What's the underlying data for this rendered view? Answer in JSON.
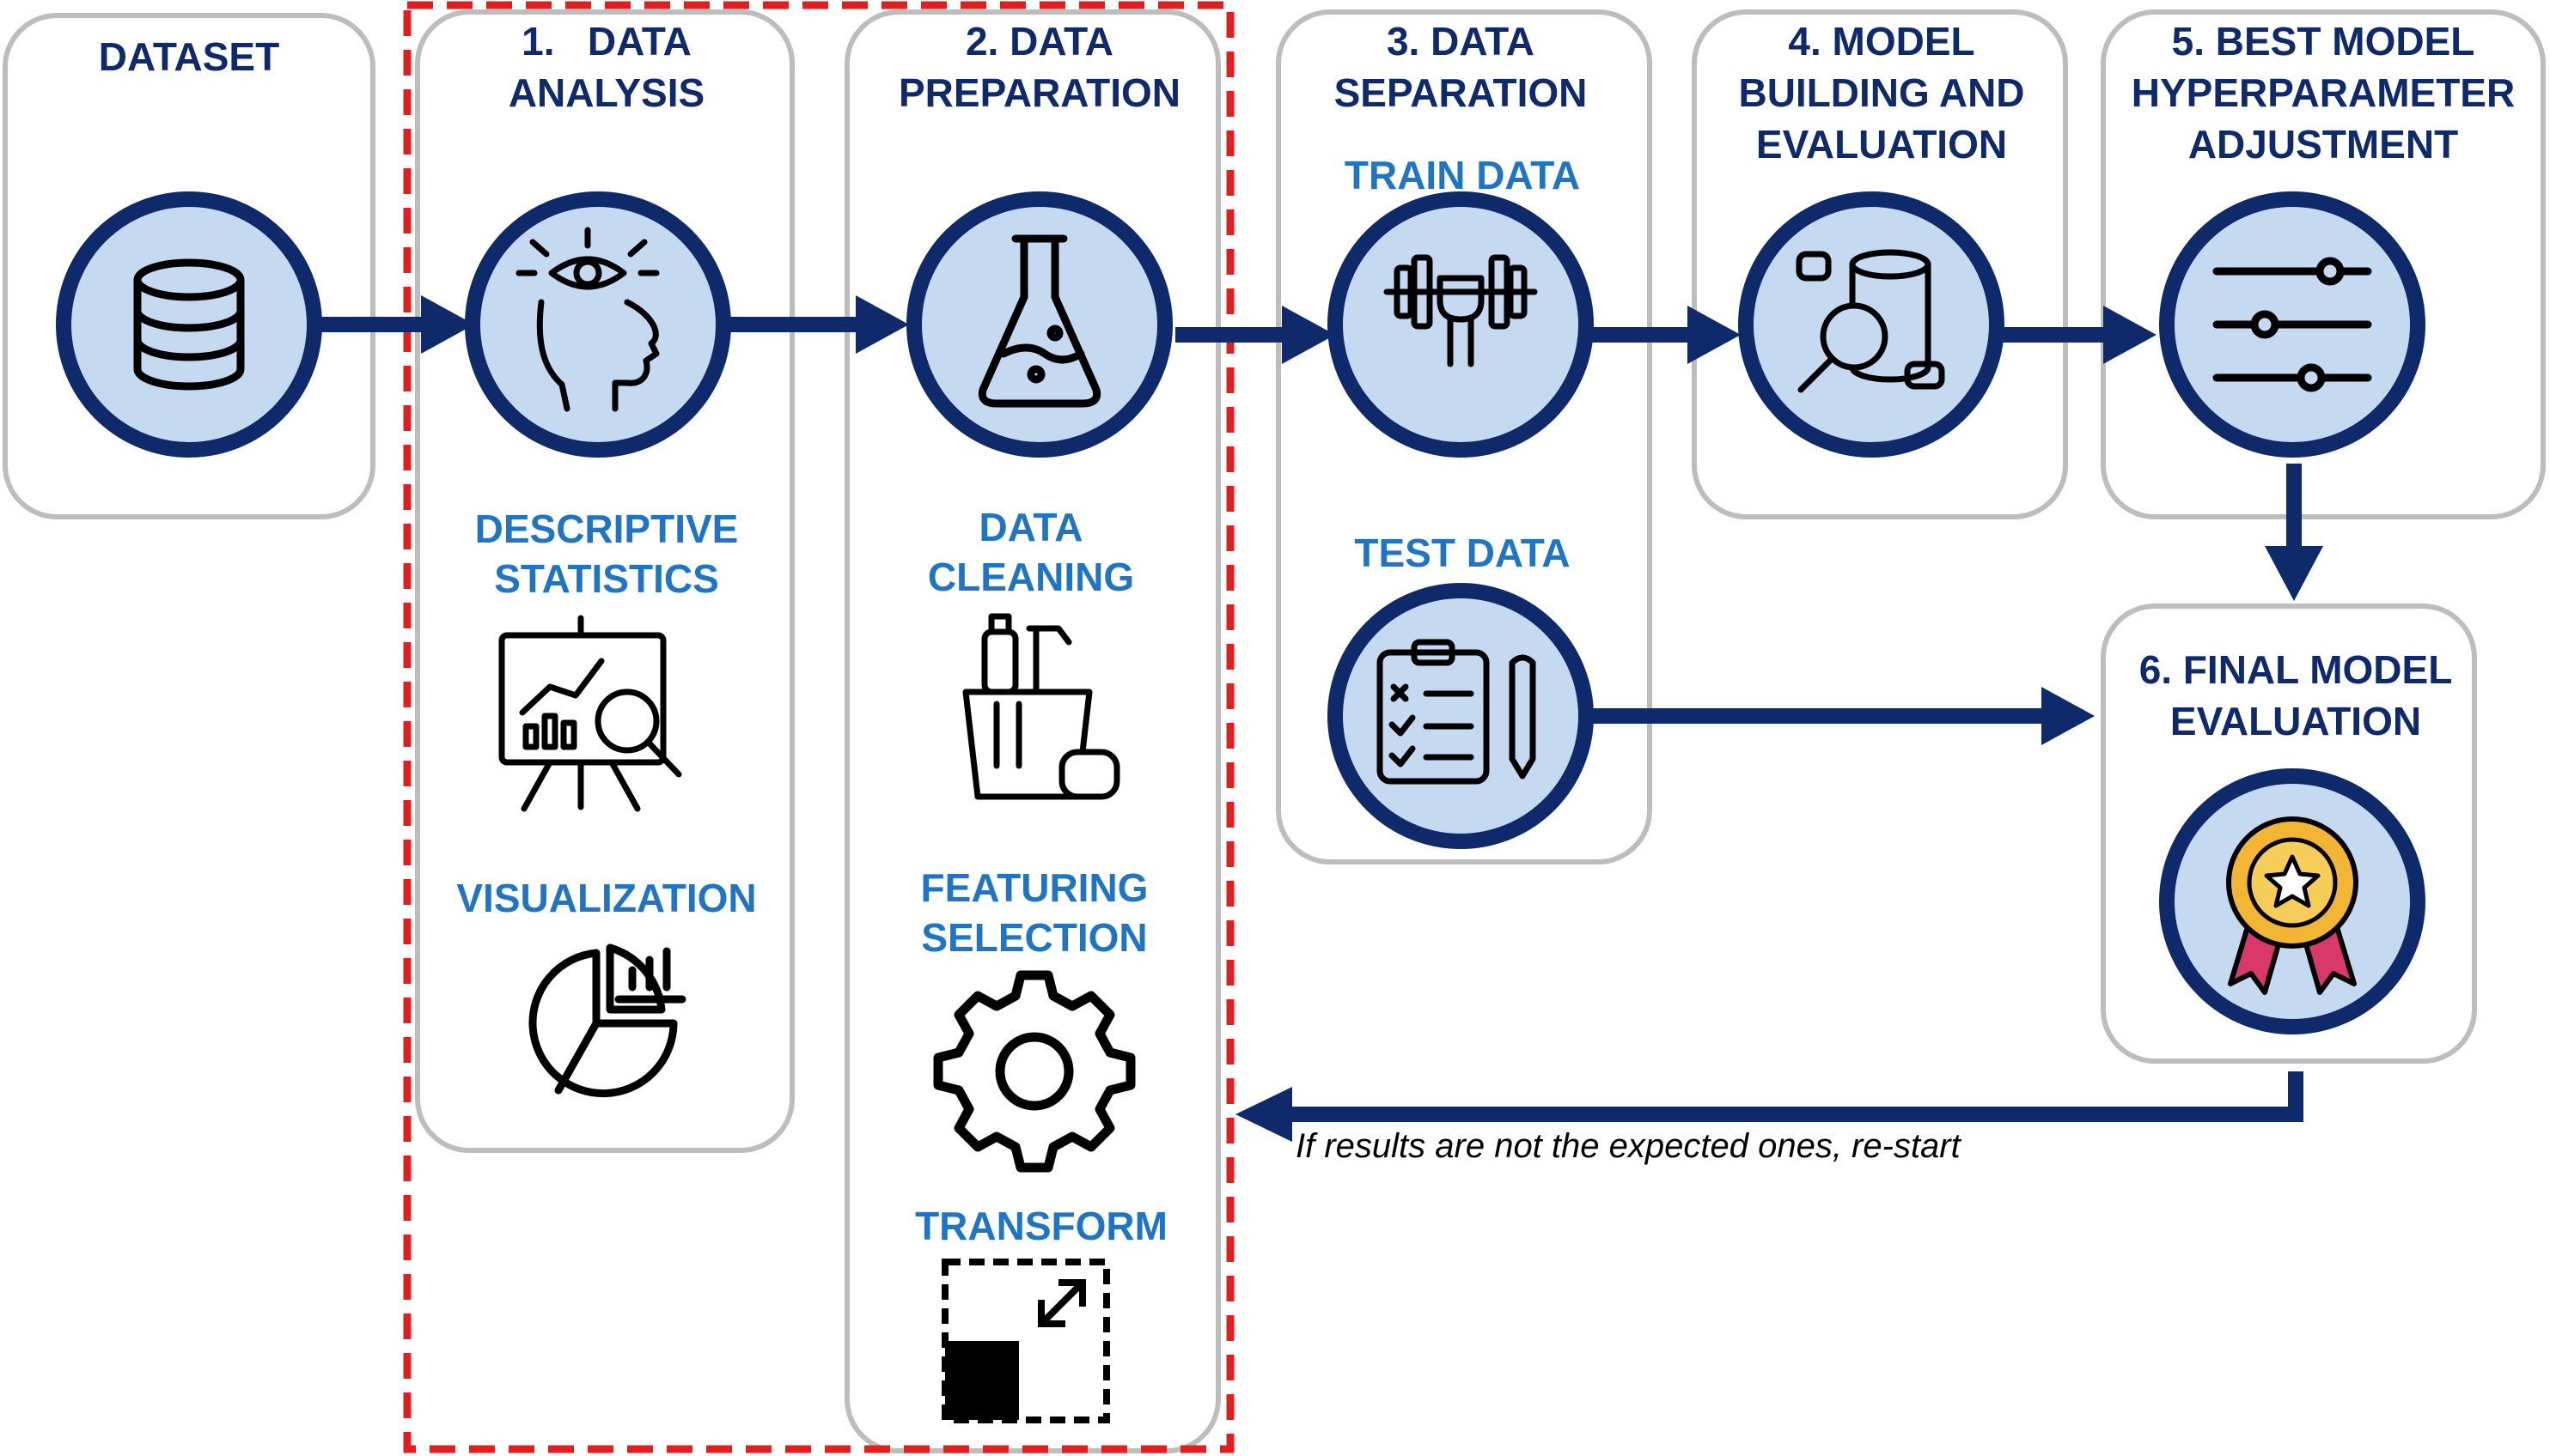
{
  "colors": {
    "navy": "#0f2a6b",
    "accent_blue": "#1f75c4",
    "circle_fill": "#c5d9f1",
    "box_border": "#bdbdbd",
    "dashed_highlight": "#e02020",
    "medal_gold": "#f2b634",
    "ribbon_pink": "#d8396a"
  },
  "steps": {
    "dataset": {
      "title": "DATASET",
      "icon": "database-icon"
    },
    "analysis": {
      "title_line1": "1.   DATA",
      "title_line2": "ANALYSIS",
      "icon": "eye-head-icon",
      "items": [
        {
          "line1": "DESCRIPTIVE",
          "line2": "STATISTICS",
          "icon": "presentation-chart-icon"
        },
        {
          "line1": "VISUALIZATION",
          "icon": "pie-chart-icon"
        }
      ]
    },
    "preparation": {
      "title_line1": "2. DATA",
      "title_line2": "PREPARATION",
      "icon": "flask-icon",
      "items": [
        {
          "line1": "DATA",
          "line2": "CLEANING",
          "icon": "cleaning-bucket-icon"
        },
        {
          "line1": "FEATURING",
          "line2": "SELECTION",
          "icon": "gear-icon"
        },
        {
          "line1": "TRANSFORM",
          "icon": "resize-icon"
        }
      ]
    },
    "separation": {
      "title_line1": "3. DATA",
      "title_line2": "SEPARATION",
      "train_label": "TRAIN DATA",
      "train_icon": "dumbbell-icon",
      "test_label": "TEST DATA",
      "test_icon": "clipboard-checklist-icon"
    },
    "building": {
      "title_line1": "4. MODEL",
      "title_line2": "BUILDING AND",
      "title_line3": "EVALUATION",
      "icon": "data-search-icon"
    },
    "hyperparameter": {
      "title_line1": "5. BEST MODEL",
      "title_line2": "HYPERPARAMETER",
      "title_line3": "ADJUSTMENT",
      "icon": "sliders-icon"
    },
    "final": {
      "title_line1": "6. FINAL MODEL",
      "title_line2": "EVALUATION",
      "icon": "medal-icon"
    }
  },
  "loop_note": "If results are not the expected ones, re-start"
}
